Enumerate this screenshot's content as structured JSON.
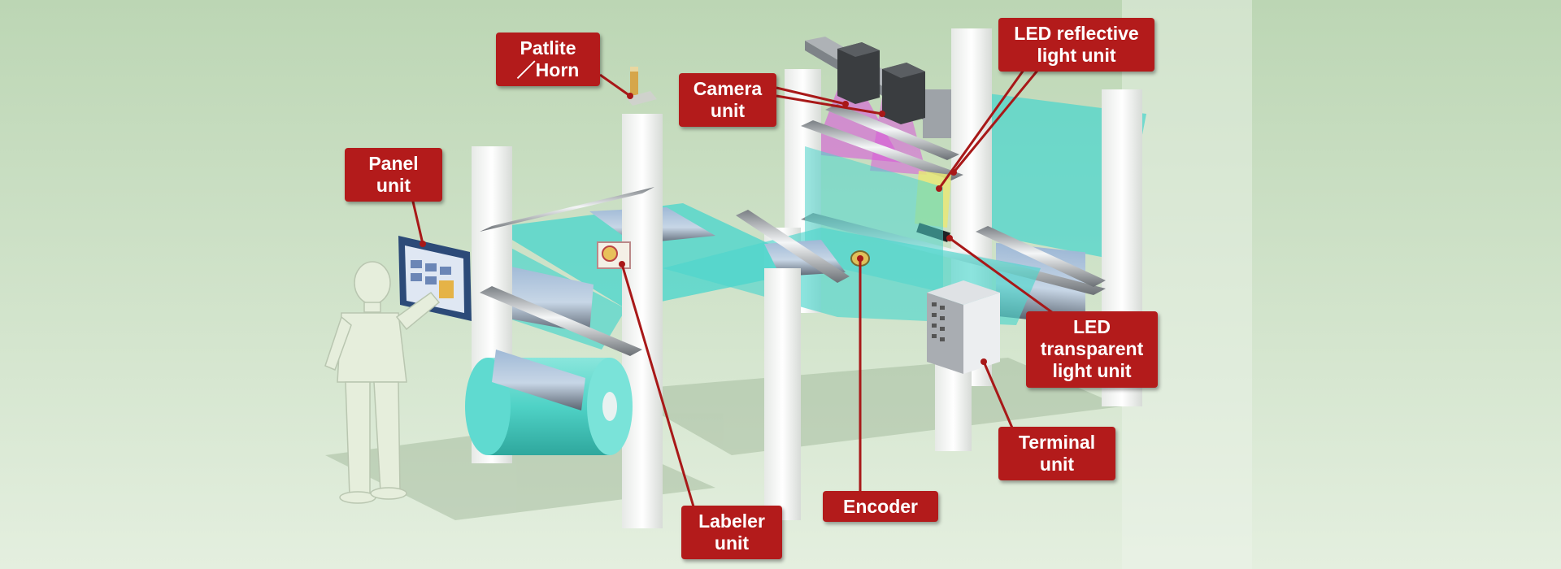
{
  "colors": {
    "background_top": "#bcd6b4",
    "background_bottom": "#e4efdf",
    "callout_fill": "#b31b1b",
    "callout_text": "#ffffff",
    "leader_line": "#a81818",
    "web_film": "#4fd6cc",
    "frame": "#f2f4f2",
    "camera": "#3a3d40",
    "camera_beam": "#d85ad8",
    "reflective_beam": "#e8e878"
  },
  "labels": {
    "patlite_horn": [
      "Patlite",
      "／Horn"
    ],
    "camera_unit": [
      "Camera",
      "unit"
    ],
    "led_reflective": [
      "LED reflective",
      "light unit"
    ],
    "panel_unit": [
      "Panel",
      "unit"
    ],
    "led_transparent": [
      "LED",
      "transparent",
      "light unit"
    ],
    "terminal_unit": [
      "Terminal",
      "unit"
    ],
    "encoder": [
      "Encoder"
    ],
    "labeler_unit": [
      "Labeler",
      "unit"
    ]
  },
  "icons": {
    "operator": "person-figure-icon",
    "panel": "touch-panel-icon",
    "patlite": "signal-tower-icon",
    "camera": "camera-icon",
    "encoder": "encoder-wheel-icon",
    "labeler": "labeler-icon",
    "terminal": "terminal-box-icon"
  }
}
